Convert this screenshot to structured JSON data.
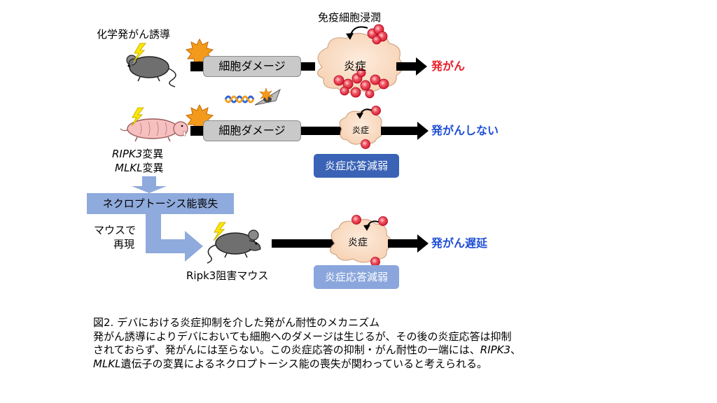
{
  "labels": {
    "chem": "化学発がん誘導",
    "immune": "免疫細胞浸潤",
    "damage1": "細胞ダメージ",
    "damage2": "細胞ダメージ",
    "inflam_big": "炎症",
    "inflam_small": "炎症",
    "inflam_mid": "炎症",
    "mut_a": "RIPK3",
    "mut_a_suffix": "変異",
    "mut_b": "MLKL",
    "mut_b_suffix": "変異",
    "necro_loss": "ネクロプトーシス能喪失",
    "mouse_repro_1": "マウスで",
    "mouse_repro_2": "再現",
    "inhibitor_mouse": "Ripk3阻害マウス"
  },
  "outcomes": {
    "row1": "発がん",
    "row2": "発がんしない",
    "row3": "発がん遅延"
  },
  "panels": {
    "weak1": "炎症応答減弱",
    "weak2": "炎症応答減弱"
  },
  "caption": {
    "title": "図2. デバにおける炎症抑制を介した発がん耐性のメカニズム",
    "line1": "発がん誘導によりデバにおいても細胞へのダメージは生じるが、その後の炎症応答は抑制",
    "line2": "されておらず、発がんには至らない。この炎症応答の抑制・がん耐性の一端には、",
    "line2_italic": "RIPK3",
    "line2_end": "、",
    "line3_italic": "MLKL",
    "line3": "遺伝子の変異によるネクロプトーシス能の喪失が関わっていると考えられる。"
  },
  "colors": {
    "red": "#e8202a",
    "blue": "#1f4fd6",
    "dark_panel": "#3a63b6",
    "light_panel": "#8aa6dc",
    "arrow_blue": "#8faadc",
    "cloud": "#fbe3cf",
    "cell": "#ee4f5c"
  },
  "icons": [
    "mouse-icon",
    "naked-mole-rat-icon",
    "lightning-icon",
    "burst-icon",
    "cloud-icon",
    "dna-icon",
    "immune-cell-icon"
  ]
}
